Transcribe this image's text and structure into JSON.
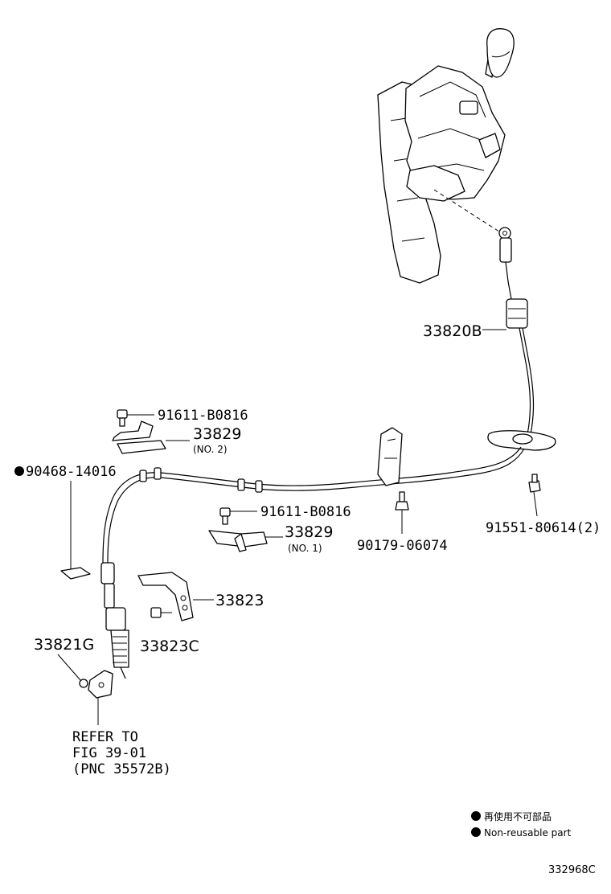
{
  "labels": {
    "p33820B": "33820B",
    "p91611_top": "91611-B0816",
    "p33829_no2": "33829",
    "p33829_no2_sub": "(NO. 2)",
    "p90468": "90468-14016",
    "p91611_mid": "91611-B0816",
    "p33829_no1": "33829",
    "p33829_no1_sub": "(NO. 1)",
    "p90179": "90179-06074",
    "p91551": "91551-80614(2)",
    "p33823": "33823",
    "p33823C": "33823C",
    "p33821G": "33821G",
    "refer_line1": "REFER TO",
    "refer_line2": "FIG 39-01",
    "refer_line3": "(PNC 35572B)"
  },
  "legend": {
    "jp": "再使用不可部品",
    "en": "Non-reusable part"
  },
  "figure_code": "332968C",
  "colors": {
    "ink": "#000000",
    "paper": "#ffffff"
  }
}
